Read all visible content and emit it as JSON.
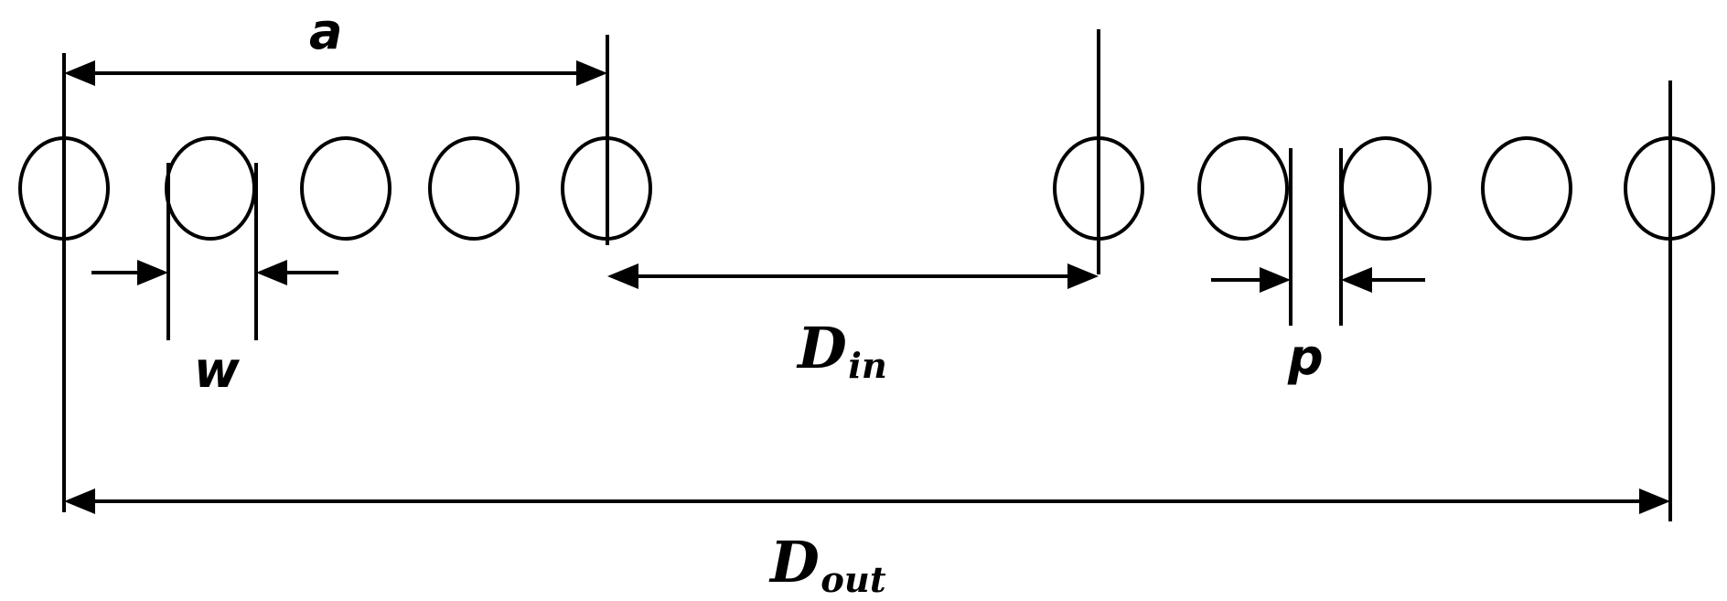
{
  "colors": {
    "stroke": "#000000",
    "background": "#ffffff"
  },
  "labels": {
    "a": "a",
    "w": "w",
    "p": "p",
    "d_in": {
      "main": "D",
      "sub": "in"
    },
    "d_out": {
      "main": "D",
      "sub": "out"
    }
  }
}
